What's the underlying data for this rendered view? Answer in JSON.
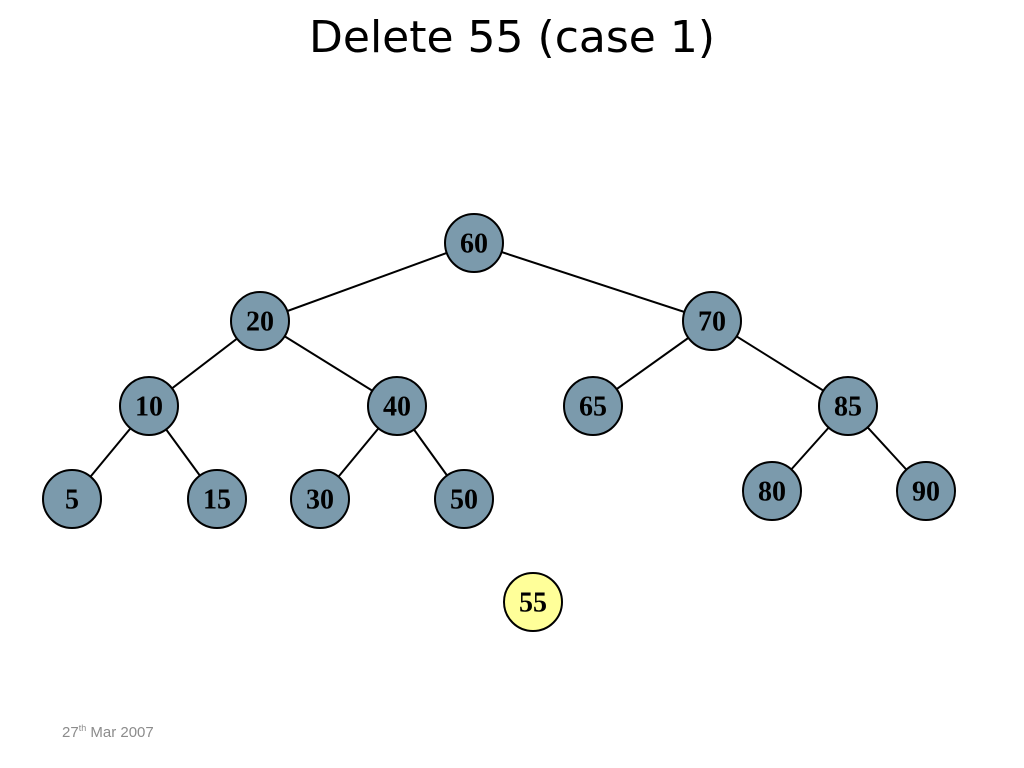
{
  "title": "Delete 55 (case 1)",
  "footer": {
    "day": "27",
    "day_suffix": "th",
    "rest": " Mar 2007"
  },
  "colors": {
    "node_fill": "#7b9aac",
    "highlight_fill": "#ffff99",
    "edge": "#000000"
  },
  "tree": {
    "nodes": [
      {
        "id": "n60",
        "label": "60"
      },
      {
        "id": "n20",
        "label": "20"
      },
      {
        "id": "n70",
        "label": "70"
      },
      {
        "id": "n10",
        "label": "10"
      },
      {
        "id": "n40",
        "label": "40"
      },
      {
        "id": "n65",
        "label": "65"
      },
      {
        "id": "n85",
        "label": "85"
      },
      {
        "id": "n5",
        "label": "5"
      },
      {
        "id": "n15",
        "label": "15"
      },
      {
        "id": "n30",
        "label": "30"
      },
      {
        "id": "n50",
        "label": "50"
      },
      {
        "id": "n80",
        "label": "80"
      },
      {
        "id": "n90",
        "label": "90"
      },
      {
        "id": "n55",
        "label": "55",
        "highlighted": true
      }
    ],
    "edges": [
      [
        "n60",
        "n20"
      ],
      [
        "n60",
        "n70"
      ],
      [
        "n20",
        "n10"
      ],
      [
        "n20",
        "n40"
      ],
      [
        "n70",
        "n65"
      ],
      [
        "n70",
        "n85"
      ],
      [
        "n10",
        "n5"
      ],
      [
        "n10",
        "n15"
      ],
      [
        "n40",
        "n30"
      ],
      [
        "n40",
        "n50"
      ],
      [
        "n85",
        "n80"
      ],
      [
        "n85",
        "n90"
      ]
    ]
  }
}
